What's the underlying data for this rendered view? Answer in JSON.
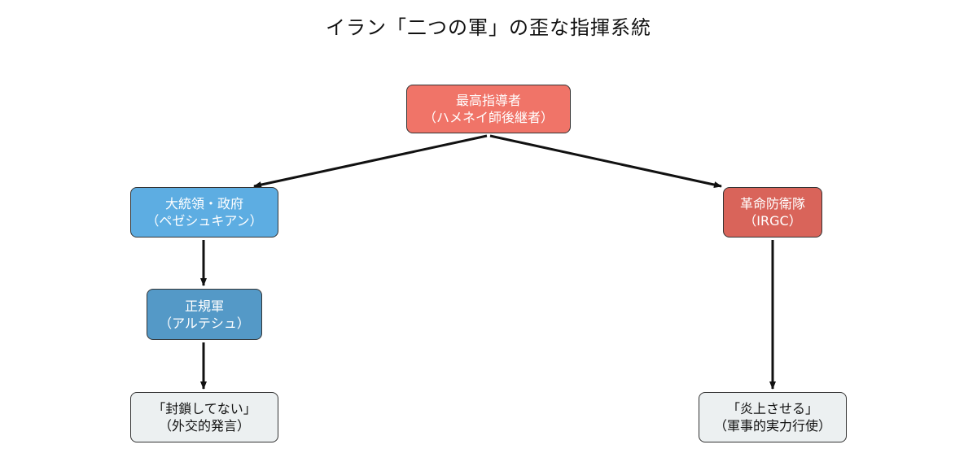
{
  "title": "イラン「二つの軍」の歪な指揮系統",
  "colors": {
    "leader": "#F07468",
    "government": "#5DADE2",
    "regular_army": "#5499C7",
    "irgc": "#D9645A",
    "outcome": "#ECF0F1",
    "border": "#333333",
    "arrow": "#111111"
  },
  "nodes": {
    "leader": {
      "line1": "最高指導者",
      "line2": "（ハメネイ師後継者）"
    },
    "government": {
      "line1": "大統領・政府",
      "line2": "（ペゼシュキアン）"
    },
    "irgc": {
      "line1": "革命防衛隊",
      "line2": "（IRGC）"
    },
    "regular_army": {
      "line1": "正規軍",
      "line2": "（アルテシュ）"
    },
    "army_outcome": {
      "line1": "「封鎖してない」",
      "line2": "（外交的発言）"
    },
    "irgc_outcome": {
      "line1": "「炎上させる」",
      "line2": "（軍事的実力行使）"
    }
  }
}
